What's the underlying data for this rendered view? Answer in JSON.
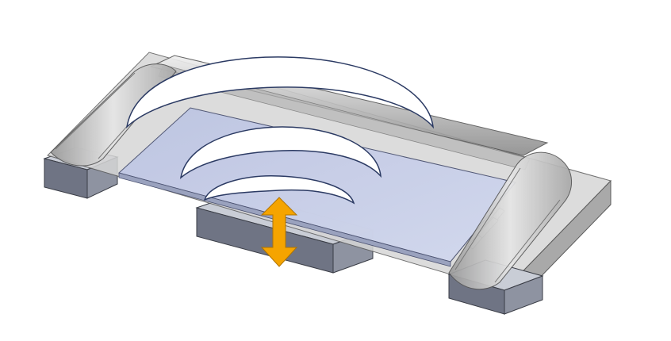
{
  "diagram": {
    "colors": {
      "background": "#ffffff",
      "block_top": "#c9cdd6",
      "block_front": "#6f7484",
      "block_side": "#8e93a1",
      "frame_light": "#dcdcdc",
      "frame_mid": "#b8b8b8",
      "frame_dark": "#8a8a8a",
      "membrane": "#c4cbe4",
      "wave_fill": "#ffffff",
      "wave_stroke": "#2b3a63",
      "arrow": "#f5a400",
      "arrow_stroke": "#b07400"
    },
    "components": [
      "left-support-block",
      "center-support-block",
      "right-support-block",
      "frame",
      "left-rail",
      "right-rail",
      "back-rail",
      "membrane-plate",
      "acoustic-wave-large",
      "acoustic-wave-medium",
      "acoustic-wave-small",
      "vertical-displacement-arrow"
    ],
    "icons": [
      "double-headed-arrow-icon"
    ]
  }
}
